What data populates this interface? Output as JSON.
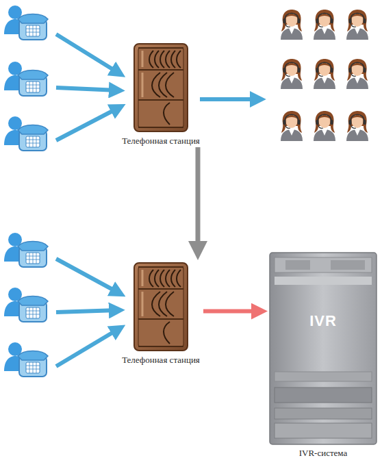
{
  "diagram": {
    "nodes": [
      {
        "text": [
          "Телефонная станция"
        ]
      },
      {
        "text": [
          "Телефонная станция"
        ]
      },
      {
        "text": [
          "IVR",
          "IVR-система"
        ]
      }
    ],
    "edges": [
      {
        "from": 0,
        "to": 1,
        "arrow": "to"
      },
      {
        "from": 1,
        "to": 2,
        "arrow": "to"
      }
    ]
  }
}
